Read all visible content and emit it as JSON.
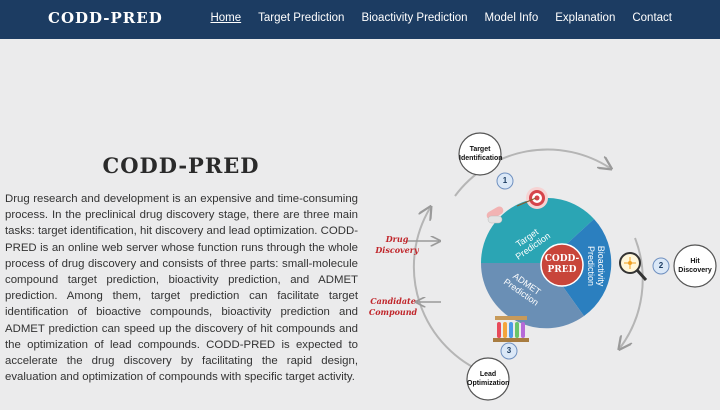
{
  "nav": {
    "brand": "CODD-PRED",
    "links": [
      "Home",
      "Target Prediction",
      "Bioactivity Prediction",
      "Model Info",
      "Explanation",
      "Contact"
    ],
    "active": "Home"
  },
  "hero": {
    "title": "CODD-PRED",
    "description": "Drug research and development is an expensive and time-consuming process. In the preclinical drug discovery stage, there are three main tasks: target identification, hit discovery and lead optimization. CODD-PRED is an online web server whose function runs through the whole process of drug discovery and consists of three parts: small-molecule compound target prediction, bioactivity prediction, and ADMET prediction. Among them, target prediction can facilitate target identification of bioactive compounds, bioactivity prediction and ADMET prediction can speed up the discovery of hit compounds and the optimization of lead compounds. CODD-PRED is expected to accelerate the drug discovery by facilitating the rapid design, evaluation and optimization of compounds with specific target activity."
  },
  "diagram": {
    "center": "CODD-PRED",
    "segments": [
      "Target Prediction",
      "Bioactivity Prediction",
      "ADMET Prediction"
    ],
    "stages": [
      "Target Identification",
      "Hit Discovery",
      "Lead Optimization"
    ],
    "steps": [
      "1",
      "2",
      "3"
    ],
    "side_labels": [
      "Drug Discovery",
      "Candidate Compound"
    ],
    "colors": {
      "target": "#2ba5b4",
      "bioactivity": "#2b7fbf",
      "admet": "#6a8fb5",
      "center": "#c8453a",
      "accent_red": "#c0262b"
    }
  }
}
